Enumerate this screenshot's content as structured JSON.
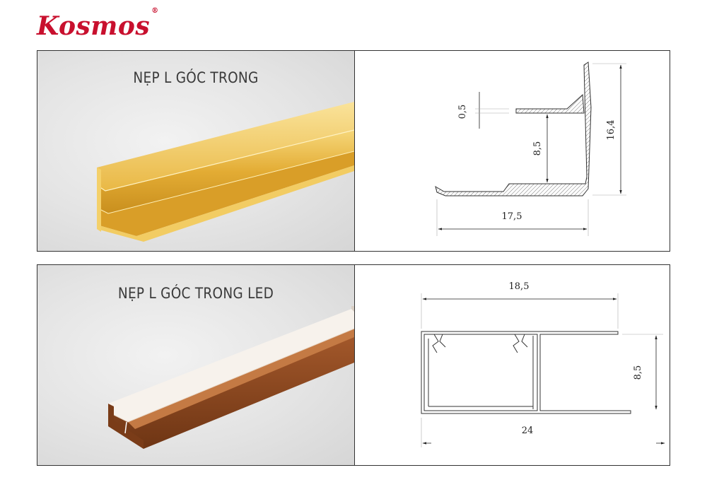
{
  "brand": {
    "name": "Kosmos",
    "mark": "®"
  },
  "products": [
    {
      "title": "NẸP L GÓC TRONG",
      "color": "#e3b23c",
      "dimensions": {
        "thickness": "0,5",
        "inner_height": "8,5",
        "total_height": "16,4",
        "width": "17,5"
      }
    },
    {
      "title": "NẸP L GÓC TRONG LED",
      "color": "#8b4a22",
      "dimensions": {
        "top_width": "18,5",
        "height": "8,5",
        "total_width": "24"
      }
    }
  ]
}
